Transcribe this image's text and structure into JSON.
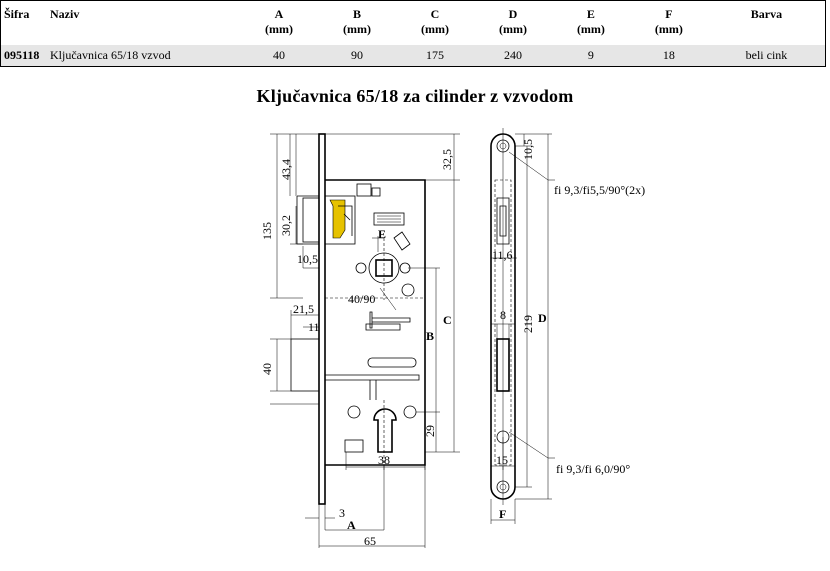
{
  "table": {
    "headers": {
      "code": "Šifra",
      "name": "Naziv",
      "a": "A",
      "b": "B",
      "c": "C",
      "d": "D",
      "e": "E",
      "f": "F",
      "unit": "(mm)",
      "color": "Barva"
    },
    "row": {
      "code": "095118",
      "name": "Ključavnica 65/18 vzvod",
      "a": "40",
      "b": "90",
      "c": "175",
      "d": "240",
      "e": "9",
      "f": "18",
      "color": "beli cink"
    }
  },
  "drawing": {
    "title": "Ključavnica 65/18 za cilinder z vzvodom",
    "dims": {
      "d135": "135",
      "d43_4": "43,4",
      "d30_2": "30,2",
      "d10_5_left": "10,5",
      "d21_5": "21,5",
      "d11": "11",
      "d40": "40",
      "d32_5": "32,5",
      "d29": "29",
      "d38": "38",
      "d3": "3",
      "d65": "65",
      "angle": "40/90",
      "hole_top": "fi 9,3/fi5,5/90°(2x)",
      "hole_bottom": "fi 9,3/fi 6,0/90°",
      "d11_6": "11,6",
      "d8": "8",
      "d219": "219",
      "d15": "15",
      "d10_5_right": "10,5"
    },
    "letters": {
      "a": "A",
      "b": "B",
      "c": "C",
      "d": "D",
      "e": "E",
      "f": "F"
    }
  }
}
